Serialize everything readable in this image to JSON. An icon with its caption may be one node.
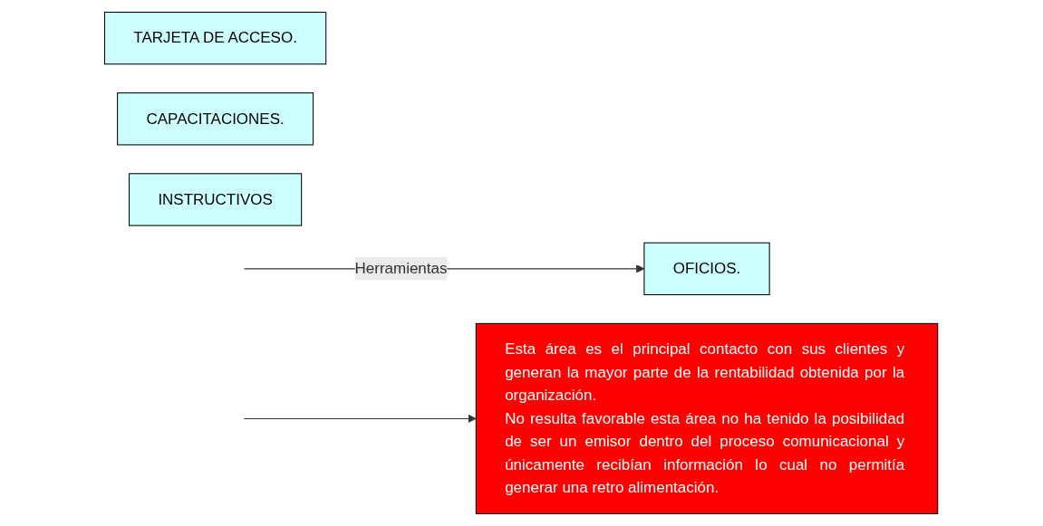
{
  "diagram": {
    "nodes": [
      {
        "text": [
          "OFICIOS."
        ]
      },
      {
        "text": [
          "TARJETA DE ACCESO."
        ]
      },
      {
        "text": [
          "CAPACITACIONES."
        ]
      },
      {
        "text": [
          "INSTRUCTIVOS"
        ]
      },
      {
        "text": [
          "Esta área es el principal contacto con sus clientes y generan la mayor parte de la rentabilidad obtenida por la organización.",
          "No resulta favorable esta área no ha tenido la posibilidad de ser un emisor dentro del proceso comunicacional y únicamente recibían información lo cual no permitía generar una retro alimentación."
        ]
      }
    ],
    "edges": [
      {
        "from": null,
        "to": 0,
        "arrow": "to",
        "label": "Herramientas"
      },
      {
        "from": null,
        "to": 4,
        "arrow": "to"
      }
    ]
  }
}
